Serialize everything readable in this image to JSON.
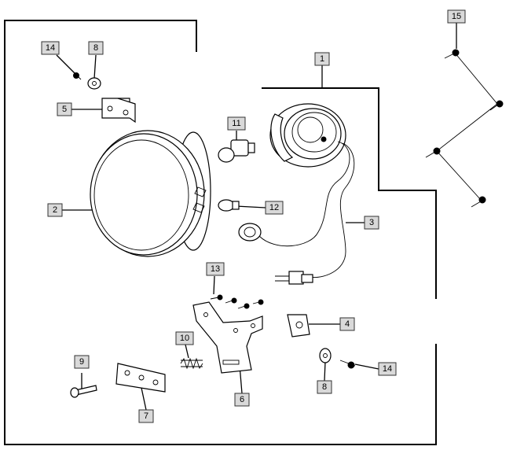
{
  "callouts": [
    {
      "id": "c1",
      "text": "1"
    },
    {
      "id": "c2",
      "text": "2"
    },
    {
      "id": "c3",
      "text": "3"
    },
    {
      "id": "c4",
      "text": "4"
    },
    {
      "id": "c5",
      "text": "5"
    },
    {
      "id": "c6",
      "text": "6"
    },
    {
      "id": "c7",
      "text": "7"
    },
    {
      "id": "c8a",
      "text": "8"
    },
    {
      "id": "c8b",
      "text": "8"
    },
    {
      "id": "c9",
      "text": "9"
    },
    {
      "id": "c10",
      "text": "10"
    },
    {
      "id": "c11",
      "text": "11"
    },
    {
      "id": "c12",
      "text": "12"
    },
    {
      "id": "c13",
      "text": "13"
    },
    {
      "id": "c14a",
      "text": "14"
    },
    {
      "id": "c14b",
      "text": "14"
    },
    {
      "id": "c15",
      "text": "15"
    }
  ],
  "colors": {
    "line": "#000000",
    "label_fill": "#d9d9d9",
    "background": "#ffffff"
  }
}
